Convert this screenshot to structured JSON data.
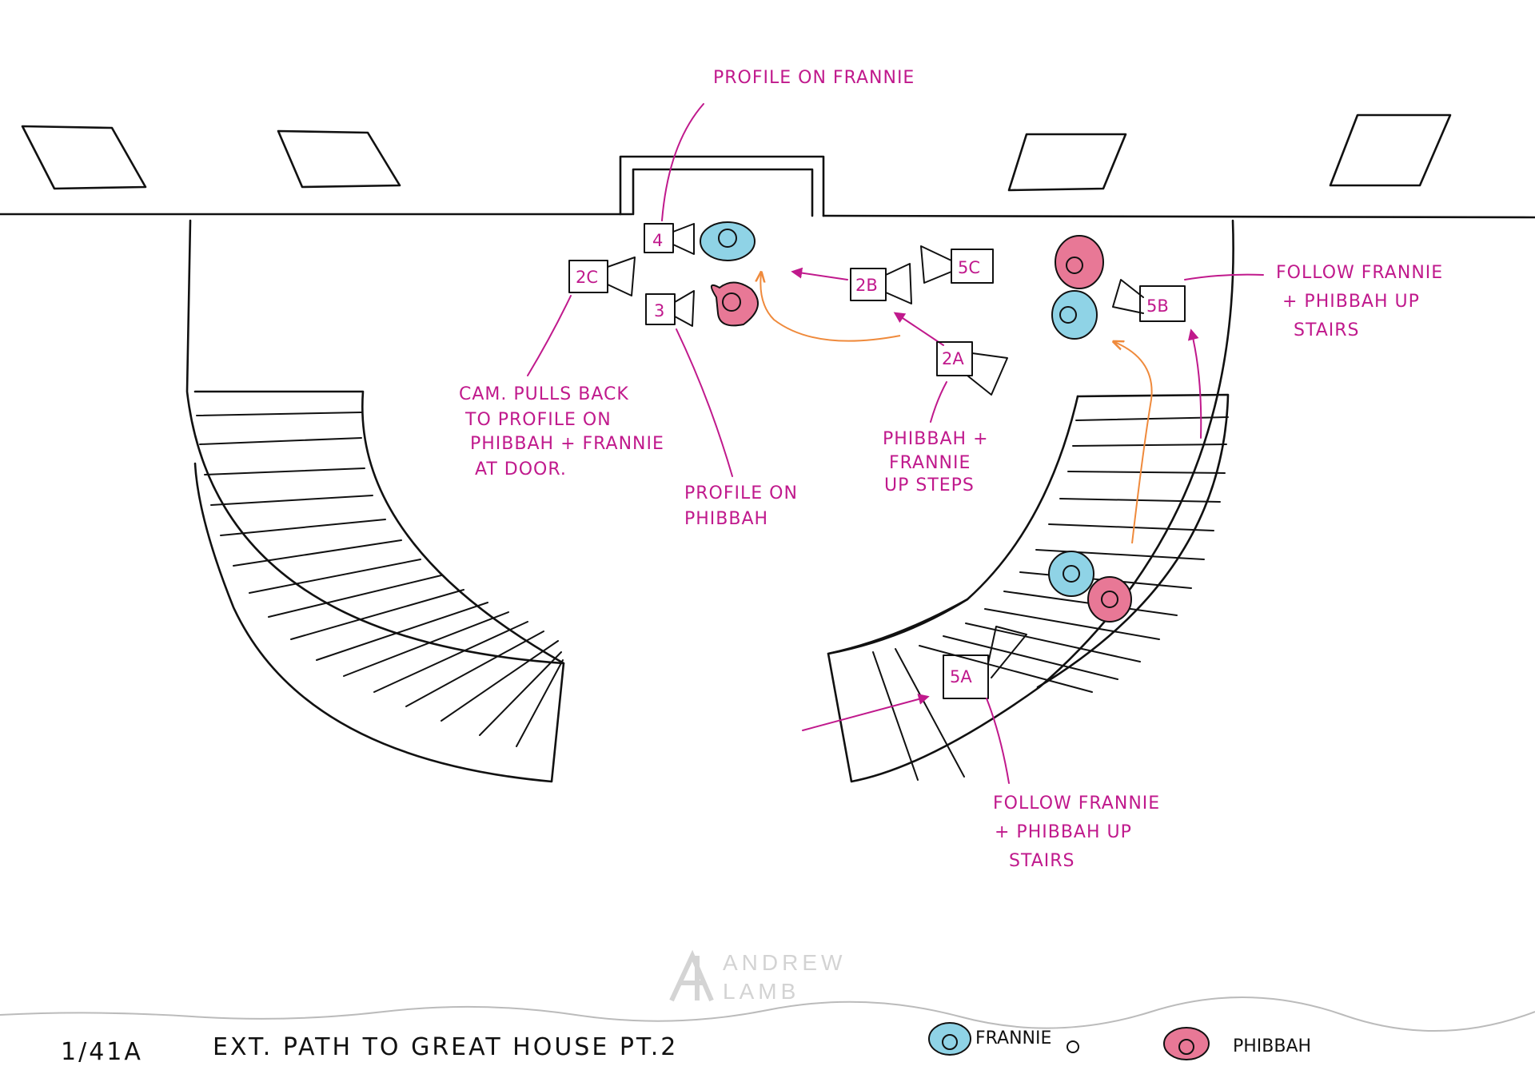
{
  "colors": {
    "frannie": "#8fd3e6",
    "phibbah": "#e87896",
    "annotation": "#c0198c",
    "orange_path": "#ef8a3c",
    "ink": "#111111"
  },
  "cameras": {
    "c4": "4",
    "c2c": "2C",
    "c3": "3",
    "c2b": "2B",
    "c5c": "5C",
    "c2a": "2A",
    "c5b": "5B",
    "c5a": "5A"
  },
  "notes": {
    "profile_frannie": "PROFILE ON FRANNIE",
    "cam_pulls": [
      "CAM. PULLS BACK",
      "TO PROFILE ON",
      "PHIBBAH + FRANNIE",
      "AT DOOR."
    ],
    "profile_phibbah": [
      "PROFILE ON",
      "PHIBBAH"
    ],
    "up_steps": [
      "PHIBBAH +",
      "FRANNIE",
      "UP STEPS"
    ],
    "follow_right": [
      "FOLLOW FRANNIE",
      "+ PHIBBAH UP",
      "STAIRS"
    ],
    "follow_bottom": [
      "FOLLOW FRANNIE",
      "+ PHIBBAH UP",
      "STAIRS"
    ]
  },
  "footer": {
    "scene_number": "1/41A",
    "scene_title": "EXT. PATH TO GREAT HOUSE PT.2"
  },
  "legend": {
    "frannie_label": "FRANNIE",
    "phibbah_label": "PHIBBAH"
  },
  "watermark": {
    "line1": "ANDREW",
    "line2": "LAMB"
  },
  "icons": {
    "camera": "camera-icon",
    "character": "character-marker-icon"
  }
}
